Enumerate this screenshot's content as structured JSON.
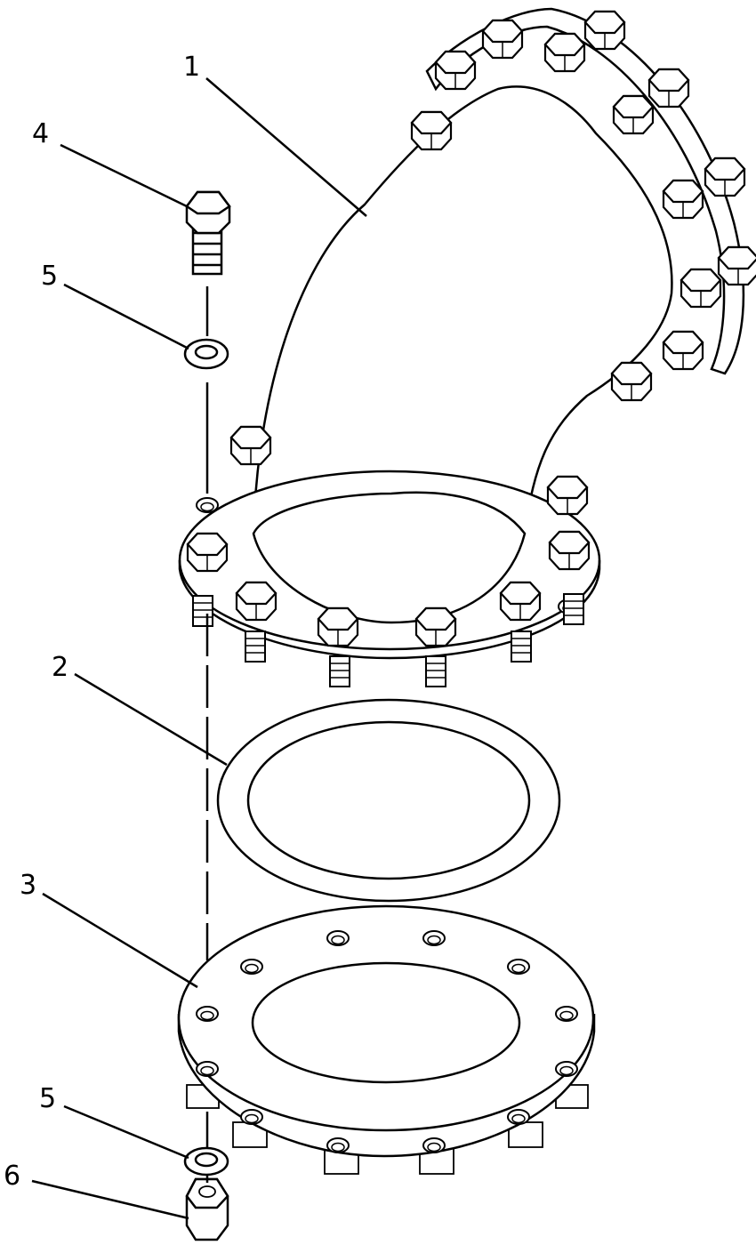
{
  "callouts": [
    {
      "id": "1",
      "label": "1"
    },
    {
      "id": "2",
      "label": "2"
    },
    {
      "id": "3",
      "label": "3"
    },
    {
      "id": "4",
      "label": "4"
    },
    {
      "id": "5a",
      "label": "5"
    },
    {
      "id": "5b",
      "label": "5"
    },
    {
      "id": "6",
      "label": "6"
    }
  ]
}
